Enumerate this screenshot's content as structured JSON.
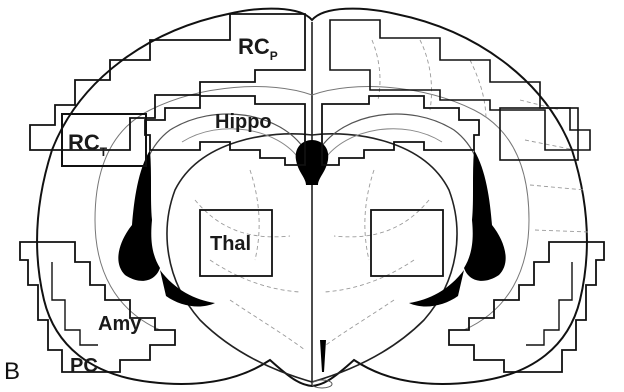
{
  "panel_letter": "B",
  "regions": {
    "rcp": {
      "main": "RC",
      "sub": "P"
    },
    "rct": {
      "main": "RC",
      "sub": "T"
    },
    "hippo": {
      "main": "Hippo"
    },
    "thal": {
      "main": "Thal"
    },
    "amy": {
      "main": "Amy"
    },
    "pc": {
      "main": "PC"
    }
  },
  "colors": {
    "ink": "#111111",
    "fill": "#000000",
    "faint": "#9a9a9a",
    "background": "#ffffff"
  }
}
